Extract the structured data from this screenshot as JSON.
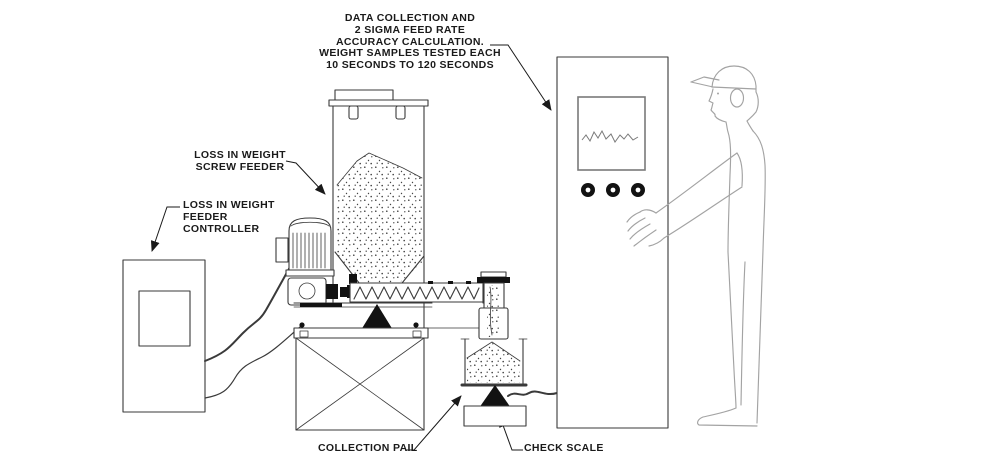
{
  "diagram": {
    "note": {
      "lines": [
        "DATA COLLECTION AND",
        "2 SIGMA FEED RATE",
        "ACCURACY CALCULATION.",
        "WEIGHT SAMPLES TESTED EACH",
        "10 SECONDS TO 120 SECONDS"
      ]
    },
    "labels": {
      "screw_feeder": {
        "lines": [
          "LOSS IN WEIGHT",
          "SCREW FEEDER"
        ]
      },
      "controller": {
        "lines": [
          "LOSS IN WEIGHT",
          "FEEDER",
          "CONTROLLER"
        ]
      },
      "collection_pail": {
        "text": "COLLECTION PAIL"
      },
      "check_scale": {
        "text": "CHECK SCALE"
      }
    },
    "colors": {
      "background": "#ffffff",
      "ink": "#1a1a1a",
      "line": "#3a3a3a",
      "light_line": "#a3a3a3",
      "stipple": "#454545",
      "screen_trace": "#7a7a7a",
      "solid": "#121212"
    }
  }
}
